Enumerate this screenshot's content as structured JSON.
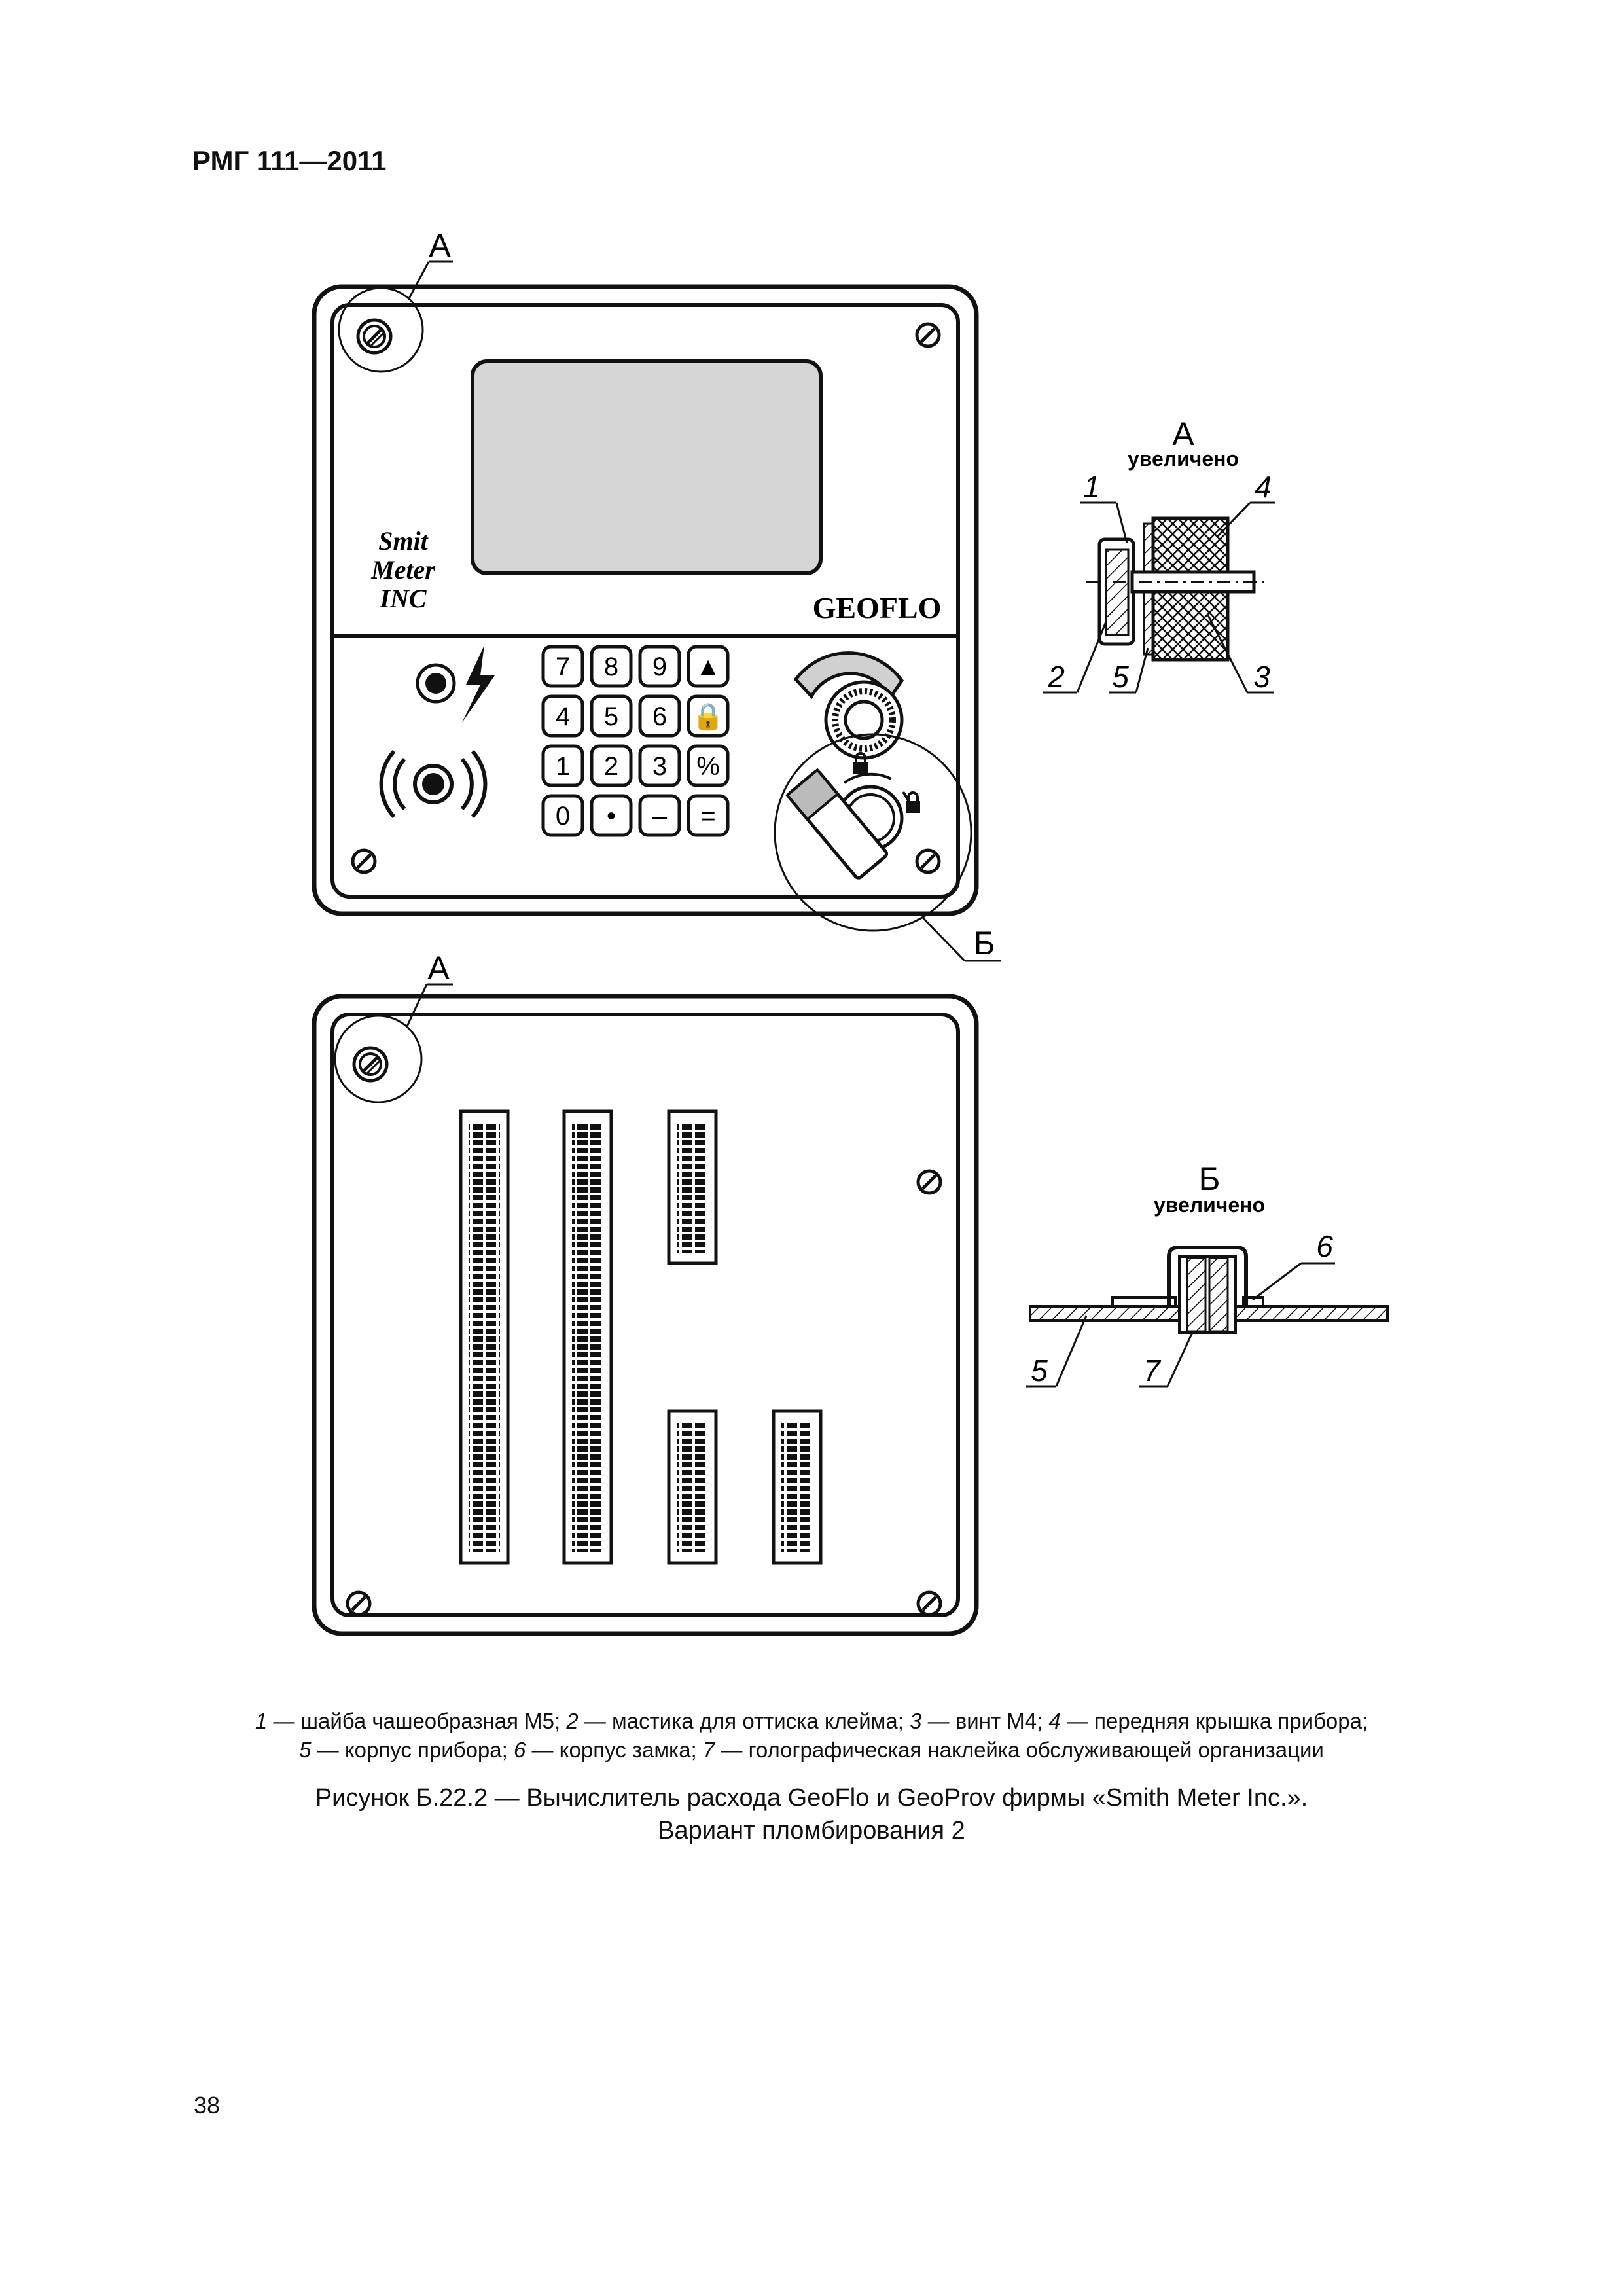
{
  "header": {
    "doc_number": "РМГ 111—2011"
  },
  "device_front": {
    "callout_a": "А",
    "callout_b": "Б",
    "brand_line1": "Smit",
    "brand_line2": "Meter",
    "brand_line3": "INC",
    "model": "GEOFLO",
    "keypad": [
      "7",
      "8",
      "9",
      "▲",
      "4",
      "5",
      "6",
      "🔒",
      "1",
      "2",
      "3",
      "%",
      "0",
      "•",
      "–",
      "="
    ]
  },
  "device_back": {
    "callout_a": "А"
  },
  "detail_a": {
    "title": "А",
    "subtitle": "увеличено",
    "labels": [
      "1",
      "4",
      "2",
      "5",
      "3"
    ]
  },
  "detail_b": {
    "title": "Б",
    "subtitle": "увеличено",
    "labels": [
      "6",
      "5",
      "7"
    ]
  },
  "legend": {
    "line1": [
      {
        "num": "1",
        "text": " — шайба чашеобразная М5; "
      },
      {
        "num": "2",
        "text": " — мастика для оттиска клейма; "
      },
      {
        "num": "3",
        "text": " — винт М4; "
      },
      {
        "num": "4",
        "text": " — передняя крышка прибора;"
      }
    ],
    "line2": [
      {
        "num": "5",
        "text": " — корпус прибора; "
      },
      {
        "num": "6",
        "text": " — корпус замка; "
      },
      {
        "num": "7",
        "text": " — голографическая наклейка обслуживающей организации"
      }
    ]
  },
  "figure_title": {
    "line1": "Рисунок Б.22.2 — Вычислитель расхода GeoFlo и GeoProv фирмы «Smith Meter Inc.».",
    "line2": "Вариант пломбирования 2"
  },
  "page_number": "38"
}
